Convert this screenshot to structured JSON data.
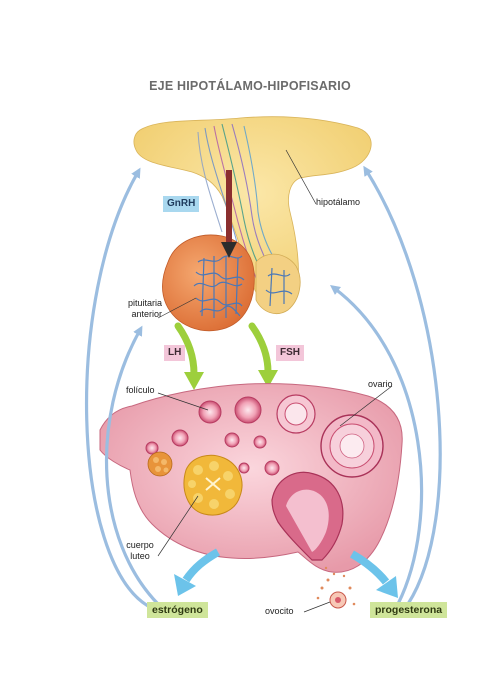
{
  "title": "EJE HIPOTÁLAMO-HIPOFISARIO",
  "hormones": {
    "gnrh": "GnRH",
    "lh": "LH",
    "fsh": "FSH",
    "estrogen": "estrógeno",
    "progesterone": "progesterona"
  },
  "labels": {
    "hypothalamus": "hipotálamo",
    "pituitary_line1": "pituitaria",
    "pituitary_line2": "anterior",
    "follicle": "folículo",
    "ovary": "ovario",
    "corpus_line1": "cuerpo",
    "corpus_line2": "luteo",
    "oocyte": "ovocito"
  },
  "colors": {
    "feedback_arrow": "#9bbde0",
    "stimulus_arrow": "#9dcf3c",
    "release_arrow": "#6cc3ea",
    "hypothalamus": "#f7d98a",
    "pituitary": "#ec8b54",
    "ovary": "#f2b7c0"
  }
}
